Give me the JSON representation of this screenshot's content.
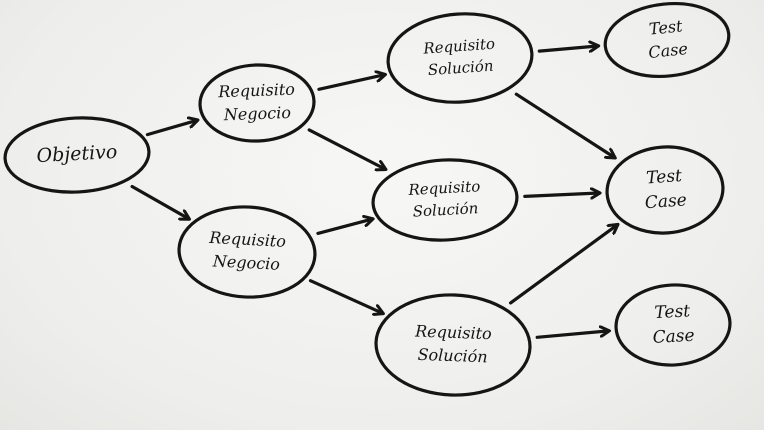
{
  "diagram": {
    "nodes": [
      {
        "id": "objetivo",
        "lines": [
          "Objetivo"
        ]
      },
      {
        "id": "rn1",
        "lines": [
          "Requisito",
          "Negocio"
        ]
      },
      {
        "id": "rn2",
        "lines": [
          "Requisito",
          "Negocio"
        ]
      },
      {
        "id": "rs1",
        "lines": [
          "Requisito",
          "Solución"
        ]
      },
      {
        "id": "rs2",
        "lines": [
          "Requisito",
          "Solución"
        ]
      },
      {
        "id": "rs3",
        "lines": [
          "Requisito",
          "Solución"
        ]
      },
      {
        "id": "tc1",
        "lines": [
          "Test",
          "Case"
        ]
      },
      {
        "id": "tc2",
        "lines": [
          "Test",
          "Case"
        ]
      },
      {
        "id": "tc3",
        "lines": [
          "Test",
          "Case"
        ]
      }
    ],
    "edges": [
      {
        "from": "objetivo",
        "to": "rn1"
      },
      {
        "from": "objetivo",
        "to": "rn2"
      },
      {
        "from": "rn1",
        "to": "rs1"
      },
      {
        "from": "rn1",
        "to": "rs2"
      },
      {
        "from": "rn2",
        "to": "rs2"
      },
      {
        "from": "rn2",
        "to": "rs3"
      },
      {
        "from": "rs1",
        "to": "tc1"
      },
      {
        "from": "rs1",
        "to": "tc2"
      },
      {
        "from": "rs2",
        "to": "tc2"
      },
      {
        "from": "rs3",
        "to": "tc2"
      },
      {
        "from": "rs3",
        "to": "tc3"
      }
    ],
    "ink_color": "#151515"
  }
}
